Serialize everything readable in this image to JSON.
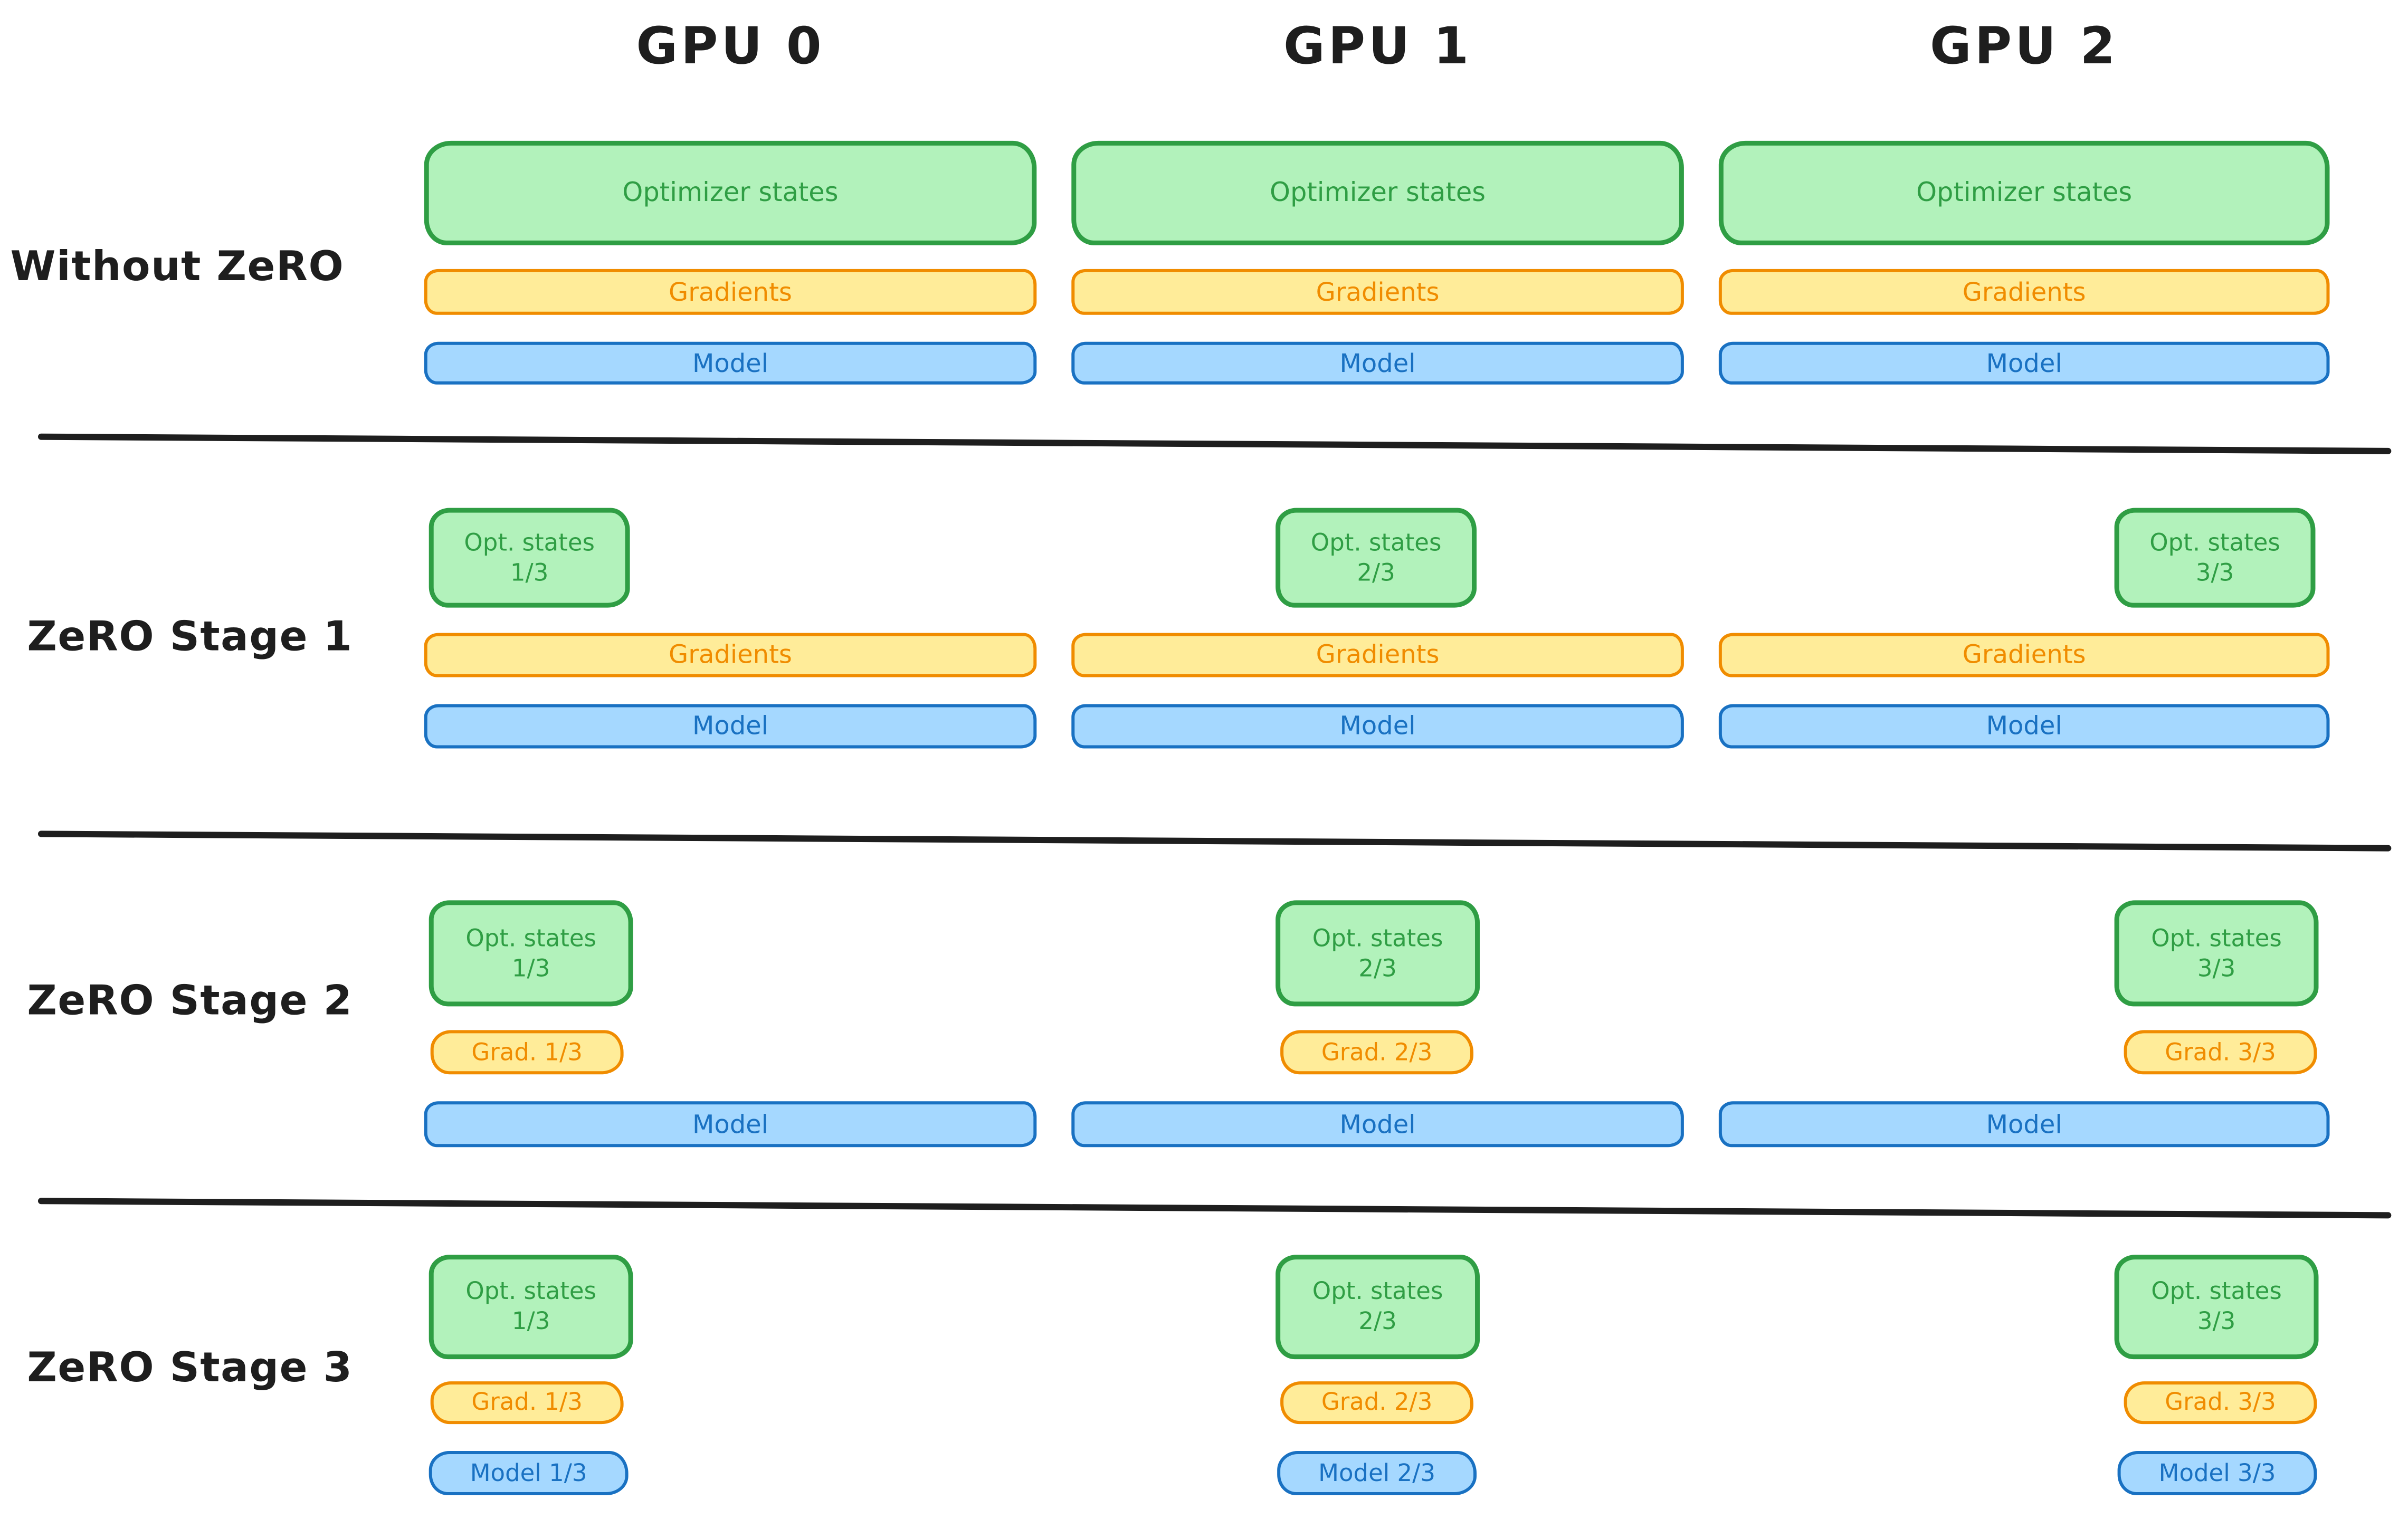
{
  "diagram": {
    "gpu_headers": [
      "GPU 0",
      "GPU 1",
      "GPU 2"
    ],
    "rows": [
      {
        "label": "Without ZeRO",
        "cells": [
          {
            "opt": "Optimizer states",
            "grad": "Gradients",
            "model": "Model"
          },
          {
            "opt": "Optimizer states",
            "grad": "Gradients",
            "model": "Model"
          },
          {
            "opt": "Optimizer states",
            "grad": "Gradients",
            "model": "Model"
          }
        ]
      },
      {
        "label": "ZeRO Stage 1",
        "cells": [
          {
            "opt_line1": "Opt. states",
            "opt_line2": "1/3",
            "grad": "Gradients",
            "model": "Model"
          },
          {
            "opt_line1": "Opt. states",
            "opt_line2": "2/3",
            "grad": "Gradients",
            "model": "Model"
          },
          {
            "opt_line1": "Opt. states",
            "opt_line2": "3/3",
            "grad": "Gradients",
            "model": "Model"
          }
        ]
      },
      {
        "label": "ZeRO Stage 2",
        "cells": [
          {
            "opt_line1": "Opt. states",
            "opt_line2": "1/3",
            "grad": "Grad. 1/3",
            "model": "Model"
          },
          {
            "opt_line1": "Opt. states",
            "opt_line2": "2/3",
            "grad": "Grad. 2/3",
            "model": "Model"
          },
          {
            "opt_line1": "Opt. states",
            "opt_line2": "3/3",
            "grad": "Grad. 3/3",
            "model": "Model"
          }
        ]
      },
      {
        "label": "ZeRO Stage 3",
        "cells": [
          {
            "opt_line1": "Opt. states",
            "opt_line2": "1/3",
            "grad": "Grad. 1/3",
            "model": "Model 1/3"
          },
          {
            "opt_line1": "Opt. states",
            "opt_line2": "2/3",
            "grad": "Grad. 2/3",
            "model": "Model 2/3"
          },
          {
            "opt_line1": "Opt. states",
            "opt_line2": "3/3",
            "grad": "Grad. 3/3",
            "model": "Model 3/3"
          }
        ]
      }
    ]
  },
  "colors": {
    "background": "#ffffff",
    "text_black": "#1e1e1e",
    "separator": "#1e1e1e",
    "green_border": "#2f9e44",
    "green_fill": "#b2f2bb",
    "orange_border": "#f08c00",
    "orange_fill": "#ffec99",
    "blue_border": "#1971c2",
    "blue_fill": "#a5d8ff"
  }
}
